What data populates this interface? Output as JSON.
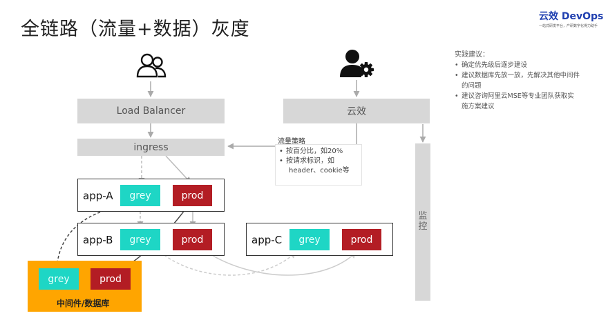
{
  "title": "全链路（流量+数据）灰度",
  "logo": {
    "name": "云效 DevOps",
    "tagline": "一站式研发平台，产研数字化得力助手"
  },
  "nodes": {
    "load_balancer": "Load Balancer",
    "ingress": "ingress",
    "yunxiao": "云效",
    "monitor": "监控"
  },
  "apps": [
    {
      "label": "app-A",
      "grey": "grey",
      "prod": "prod"
    },
    {
      "label": "app-B",
      "grey": "grey",
      "prod": "prod"
    },
    {
      "label": "app-C",
      "grey": "grey",
      "prod": "prod"
    }
  ],
  "middleware": {
    "label": "中间件/数据库",
    "grey": "grey",
    "prod": "prod"
  },
  "strategy": {
    "title": "流量策略",
    "items": [
      "按百分比，如20%",
      "按请求标识，如",
      "header、cookie等"
    ]
  },
  "advice": {
    "title": "实践建议：",
    "items": [
      "确定优先级后逐步建设",
      "建议数据库先放一放，先解决其他中间件",
      "的问题",
      "建议咨询阿里云MSE等专业团队获取实",
      "施方案建议"
    ]
  },
  "icons": {
    "users": "users-icon",
    "admin": "user-gear-icon"
  },
  "colors": {
    "grey_pill": "#1ed6c5",
    "prod_pill": "#b31d24",
    "middleware": "#ffa500",
    "node": "#d7d7d7",
    "logo": "#1f3fb0"
  }
}
